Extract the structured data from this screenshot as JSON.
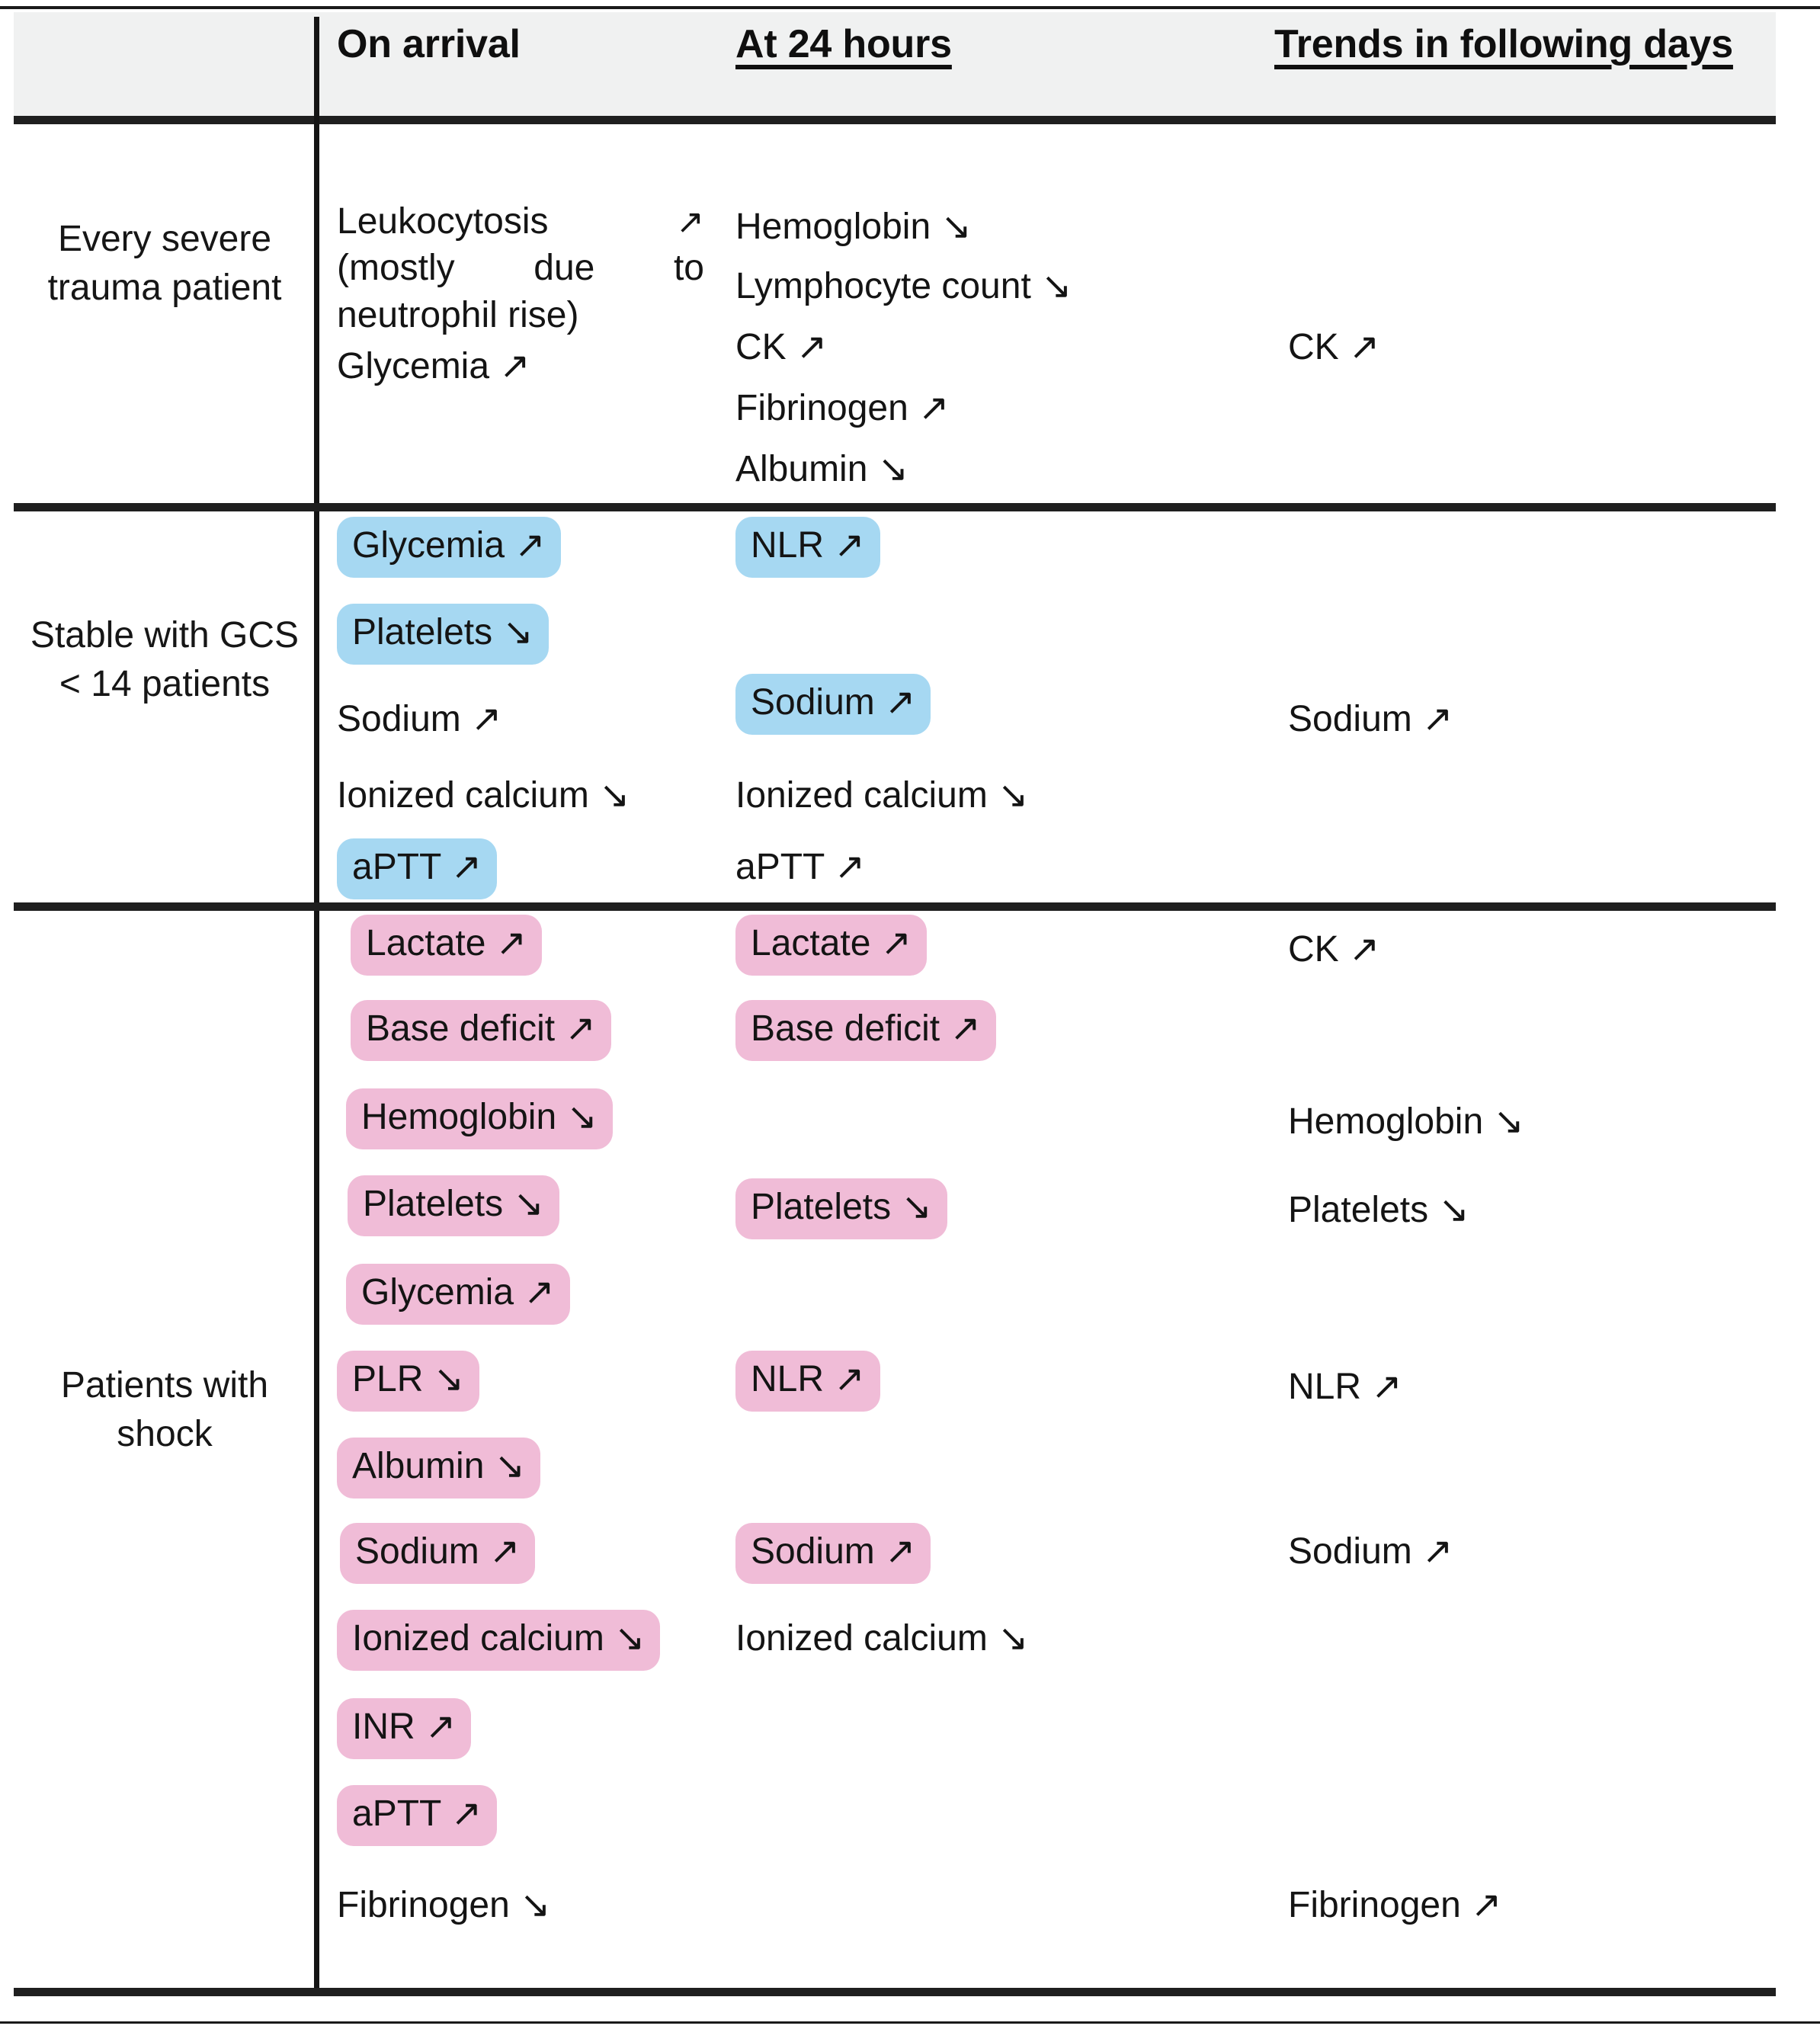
{
  "table": {
    "columns": [
      {
        "id": "row-category",
        "label": "",
        "underlined": false
      },
      {
        "id": "on-arrival",
        "label": "On arrival",
        "underlined": false
      },
      {
        "id": "at-24-hours",
        "label": "At 24 hours",
        "underlined": true
      },
      {
        "id": "trends-following-days",
        "label": "Trends in following days",
        "underlined": true
      }
    ],
    "colors": {
      "header_background": "#f0f1f1",
      "highlight_blue": "#a6d8f2",
      "highlight_pink": "#f0bcd7",
      "rule": "#1f1f1f",
      "text": "#141414"
    },
    "arrows": {
      "up": "↗",
      "down": "↘"
    },
    "rows": [
      {
        "id": "every-severe-trauma-patient",
        "label": "Every severe trauma patient",
        "on_arrival_justified": [
          "Leukocytosis ↗",
          "(mostly due to neutrophil rise)",
          "Glycemia ↗"
        ],
        "on_arrival_line1_words": [
          "Leukocytosis",
          "↗"
        ],
        "on_arrival_line2_words": [
          "(mostly",
          "due",
          "to"
        ],
        "on_arrival_line3": "neutrophil rise)",
        "on_arrival_line4": "Glycemia ↗",
        "at_24_hours": [
          {
            "text": "Hemoglobin ↘",
            "highlight": "none"
          },
          {
            "text": "Lymphocyte count ↘",
            "highlight": "none"
          },
          {
            "text": "CK ↗",
            "highlight": "none"
          },
          {
            "text": "Fibrinogen ↗",
            "highlight": "none"
          },
          {
            "text": "Albumin ↘",
            "highlight": "none"
          }
        ],
        "trends": [
          {
            "text": "CK ↗",
            "highlight": "none"
          }
        ]
      },
      {
        "id": "stable-with-gcs-under-14-patients",
        "label": "Stable with GCS < 14 patients",
        "on_arrival": [
          {
            "text": "Glycemia ↗",
            "highlight": "blue"
          },
          {
            "text": "Platelets ↘",
            "highlight": "blue"
          },
          {
            "text": "Sodium ↗",
            "highlight": "none"
          },
          {
            "text": "Ionized calcium ↘",
            "highlight": "none"
          },
          {
            "text": "aPTT ↗",
            "highlight": "blue"
          }
        ],
        "at_24_hours": [
          {
            "text": "NLR ↗",
            "highlight": "blue"
          },
          {
            "text": "Sodium ↗",
            "highlight": "blue"
          },
          {
            "text": "Ionized calcium ↘",
            "highlight": "none"
          },
          {
            "text": "aPTT ↗",
            "highlight": "none"
          }
        ],
        "trends": [
          {
            "text": "Sodium ↗",
            "highlight": "none"
          }
        ]
      },
      {
        "id": "patients-with-shock",
        "label": "Patients with shock",
        "on_arrival": [
          {
            "text": "Lactate ↗",
            "highlight": "pink"
          },
          {
            "text": "Base deficit ↗",
            "highlight": "pink"
          },
          {
            "text": "Hemoglobin ↘",
            "highlight": "pink"
          },
          {
            "text": "Platelets ↘",
            "highlight": "pink"
          },
          {
            "text": "Glycemia ↗",
            "highlight": "pink"
          },
          {
            "text": "PLR ↘",
            "highlight": "pink"
          },
          {
            "text": "Albumin ↘",
            "highlight": "pink"
          },
          {
            "text": "Sodium ↗",
            "highlight": "pink"
          },
          {
            "text": "Ionized calcium ↘",
            "highlight": "pink"
          },
          {
            "text": "INR ↗",
            "highlight": "pink"
          },
          {
            "text": "aPTT ↗",
            "highlight": "pink"
          },
          {
            "text": "Fibrinogen ↘",
            "highlight": "none"
          }
        ],
        "at_24_hours": [
          {
            "text": "Lactate ↗",
            "highlight": "pink"
          },
          {
            "text": "Base deficit ↗",
            "highlight": "pink"
          },
          {
            "text": "Platelets ↘",
            "highlight": "pink"
          },
          {
            "text": "NLR ↗",
            "highlight": "pink"
          },
          {
            "text": "Sodium ↗",
            "highlight": "pink"
          },
          {
            "text": "Ionized calcium ↘",
            "highlight": "none"
          }
        ],
        "trends": [
          {
            "text": "CK ↗",
            "highlight": "none"
          },
          {
            "text": "Hemoglobin ↘",
            "highlight": "none"
          },
          {
            "text": "Platelets ↘",
            "highlight": "none"
          },
          {
            "text": "NLR ↗",
            "highlight": "none"
          },
          {
            "text": "Sodium ↗",
            "highlight": "none"
          },
          {
            "text": "Fibrinogen ↗",
            "highlight": "none"
          }
        ]
      }
    ]
  }
}
